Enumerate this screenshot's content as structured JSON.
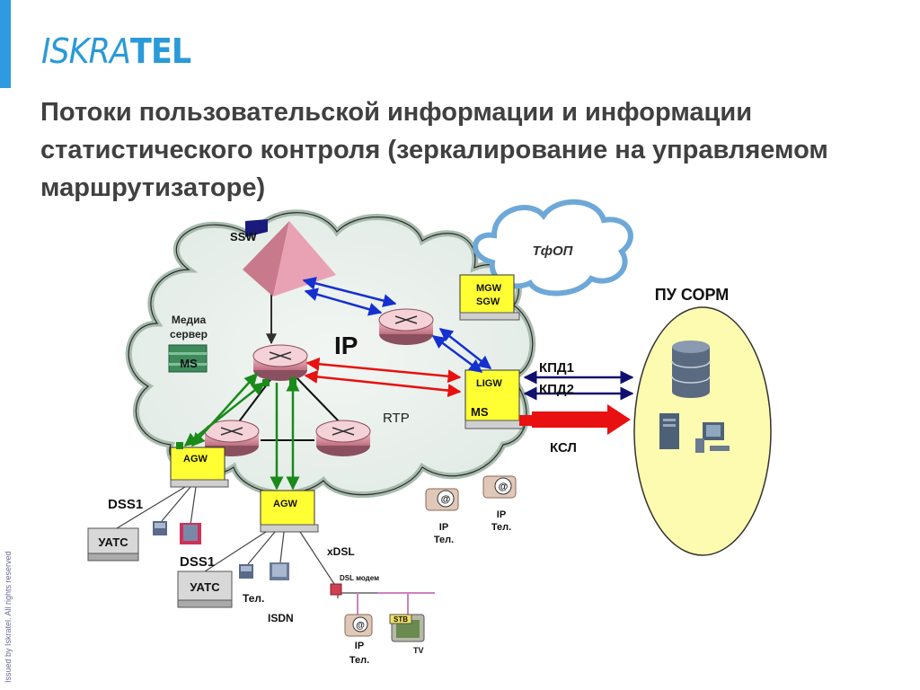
{
  "logo": {
    "part1": "ISKRA",
    "part2": "TEL"
  },
  "title": " Потоки пользовательской информации и информации статистического контроля (зеркалирование на управляемом маршрутизаторе)",
  "side_note": "Issued by Iskratel. All rights reserved",
  "diagram": {
    "network": "IP",
    "ssw": "SSW",
    "pstn": "ТфОП",
    "mgw": [
      "MGW",
      "SGW"
    ],
    "media_server": [
      "Медиа",
      "сервер"
    ],
    "ms": "MS",
    "ligw": "LIGW",
    "ligw_ms": "MS",
    "rtp": "RTP",
    "agw_left": "AGW",
    "agw_center": "AGW",
    "sorm": "ПУ СОРМ",
    "kpd1": "КПД1",
    "kpd2": "КПД2",
    "ksl": "КСЛ",
    "dss1_top": "DSS1",
    "dss1_bottom": "DSS1",
    "uats_top": "УАТС",
    "uats_bottom": "УАТС",
    "tel": "Тел.",
    "isdn": "ISDN",
    "xdsl": "xDSL",
    "dsl_modem": "DSL модем",
    "ip_tel_1": [
      "IP",
      "Тел."
    ],
    "ip_tel_2": [
      "IP",
      "Тел."
    ],
    "ip_tel_3": [
      "IP",
      "Тел."
    ],
    "stb": "STB",
    "tv": "TV"
  },
  "colors": {
    "accent": "#2e9be0",
    "green_flow": "#1a8a1a",
    "red_flow": "#e81010",
    "blue_flow": "#1530d0",
    "navy_link": "#101070"
  }
}
